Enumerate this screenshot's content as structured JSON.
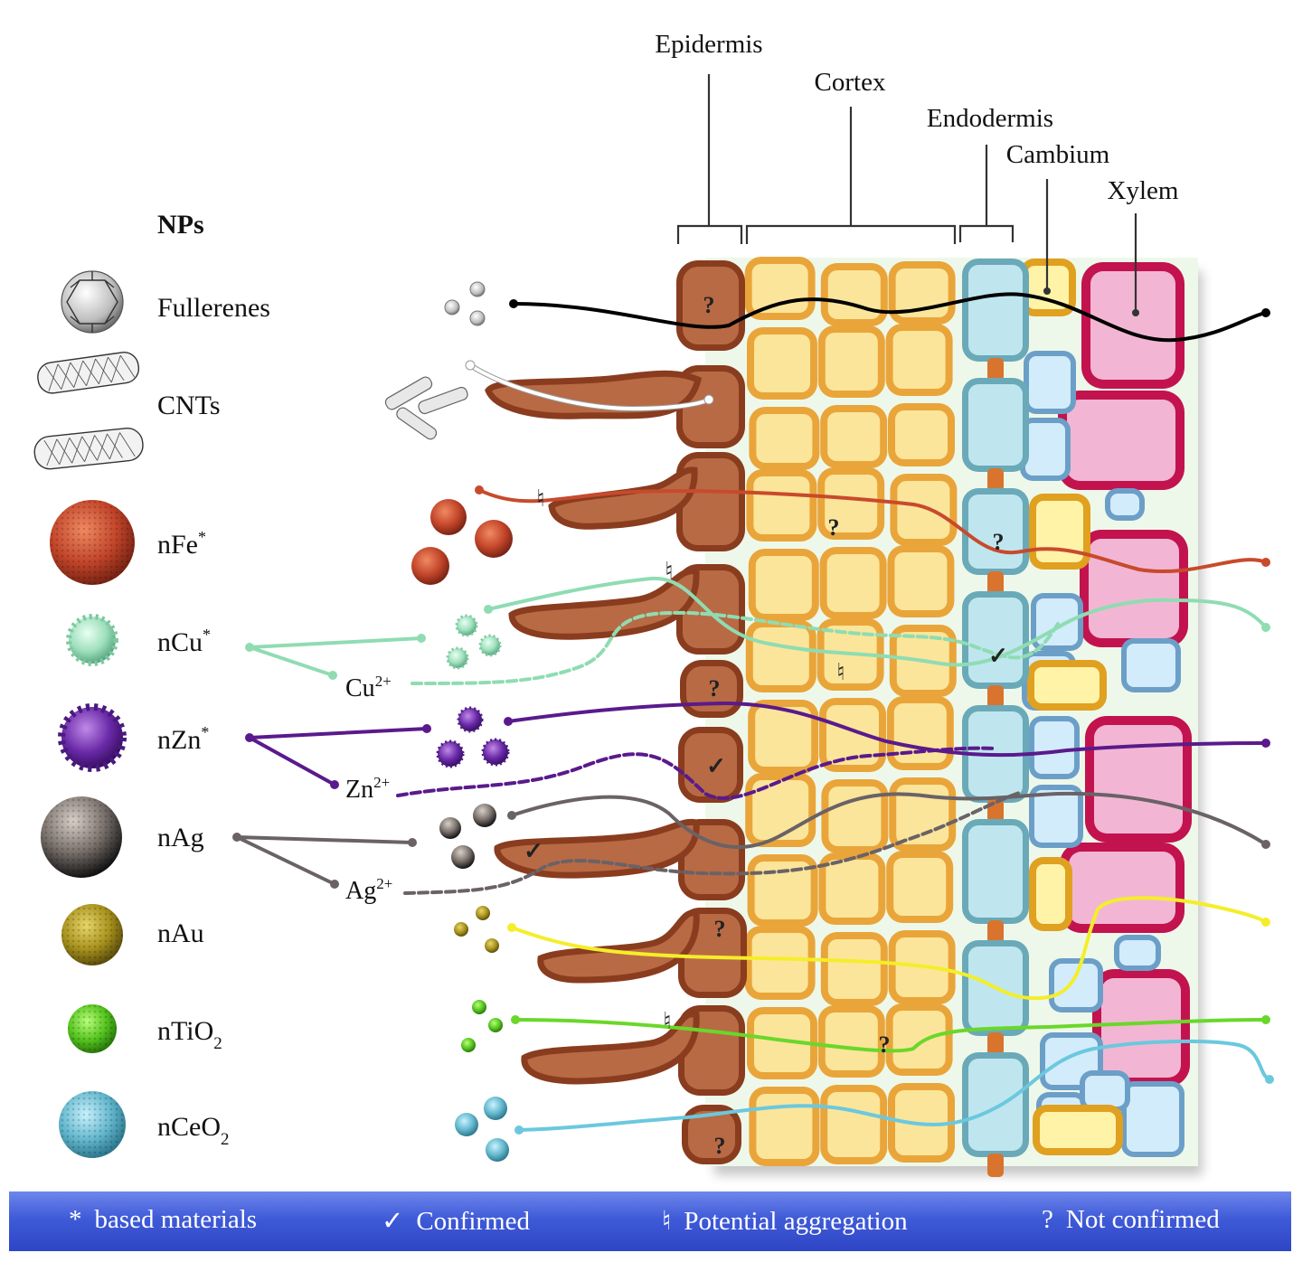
{
  "title": "NPs",
  "layers": {
    "epidermis": "Epidermis",
    "cortex": "Cortex",
    "endodermis": "Endodermis",
    "cambium": "Cambium",
    "xylem": "Xylem"
  },
  "nanoparticles": [
    {
      "name": "Fullerenes",
      "suffix": "",
      "color": "#000000"
    },
    {
      "name": "CNTs",
      "suffix": "",
      "color": "#ffffff"
    },
    {
      "name": "nFe",
      "suffix": "*",
      "color": "#c84a2c"
    },
    {
      "name": "nCu",
      "suffix": "*",
      "color": "#8fdcb2",
      "ion": "Cu",
      "ion_charge": "2+"
    },
    {
      "name": "nZn",
      "suffix": "*",
      "color": "#5a1a8c",
      "ion": "Zn",
      "ion_charge": "2+"
    },
    {
      "name": "nAg",
      "suffix": "",
      "color": "#6a6266",
      "ion": "Ag",
      "ion_charge": "2+"
    },
    {
      "name": "nAu",
      "suffix": "",
      "color": "#f4ee2a"
    },
    {
      "name": "nTiO",
      "suffix": "2",
      "color": "#6ad72a"
    },
    {
      "name": "nCeO",
      "suffix": "2",
      "color": "#6bc8de"
    }
  ],
  "marks": {
    "confirmed": "✓",
    "aggregation": "♮",
    "not_confirmed": "?"
  },
  "legend": [
    {
      "symbol": "*",
      "text": "based materials"
    },
    {
      "symbol": "✓",
      "text": "Confirmed"
    },
    {
      "symbol": "♮",
      "text": "Potential aggregation"
    },
    {
      "symbol": "?",
      "text": "Not confirmed"
    }
  ],
  "colors": {
    "epidermis_fill": "#b86a44",
    "epidermis_stroke": "#8a3c1e",
    "cortex_fill": "#fbe59a",
    "cortex_stroke": "#e9a53a",
    "endodermis_fill": "#bfe6ef",
    "endodermis_stroke": "#6aa9b8",
    "casparian": "#d9742e",
    "cambium_fill": "#fff3a8",
    "cambium_stroke": "#e0a020",
    "phloem_fill": "#d2ecfb",
    "phloem_stroke": "#6c9fc8",
    "xylem_fill": "#f2b6d4",
    "xylem_stroke": "#c2134f",
    "legend_bg": "#3f5bd8"
  }
}
